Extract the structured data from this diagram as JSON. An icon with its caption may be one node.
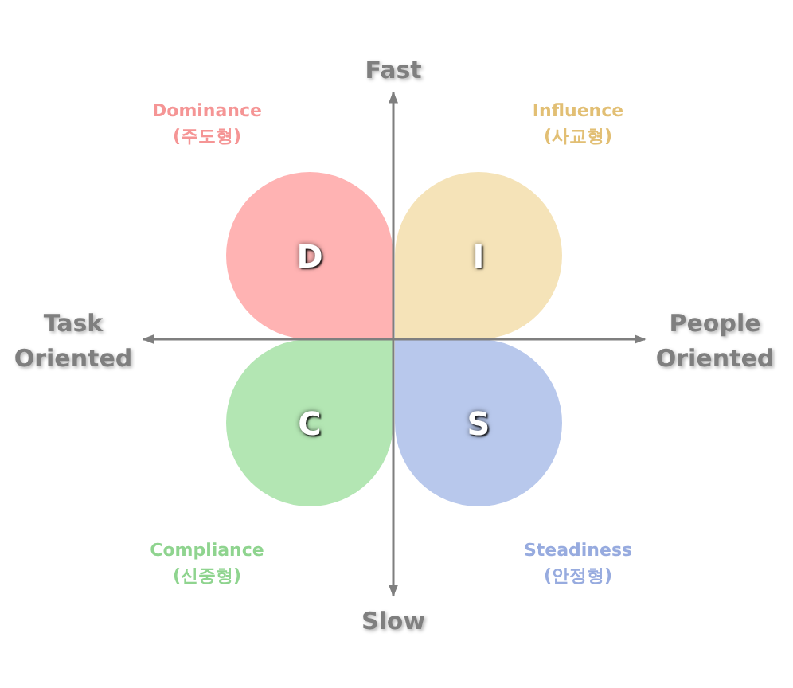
{
  "diagram": {
    "nodes": [
      {
        "text": [
          "D"
        ],
        "beside": [
          "Dominance (주도형)"
        ]
      },
      {
        "text": [
          "I"
        ],
        "beside": [
          "Influence (사교형)"
        ]
      },
      {
        "text": [
          "C"
        ],
        "beside": [
          "Compliance (신중형)"
        ]
      },
      {
        "text": [
          "S"
        ],
        "beside": [
          "Steadiness (안정형)"
        ]
      }
    ],
    "labels": [
      "Fast",
      "Task Oriented",
      "People Oriented",
      "Slow"
    ]
  }
}
